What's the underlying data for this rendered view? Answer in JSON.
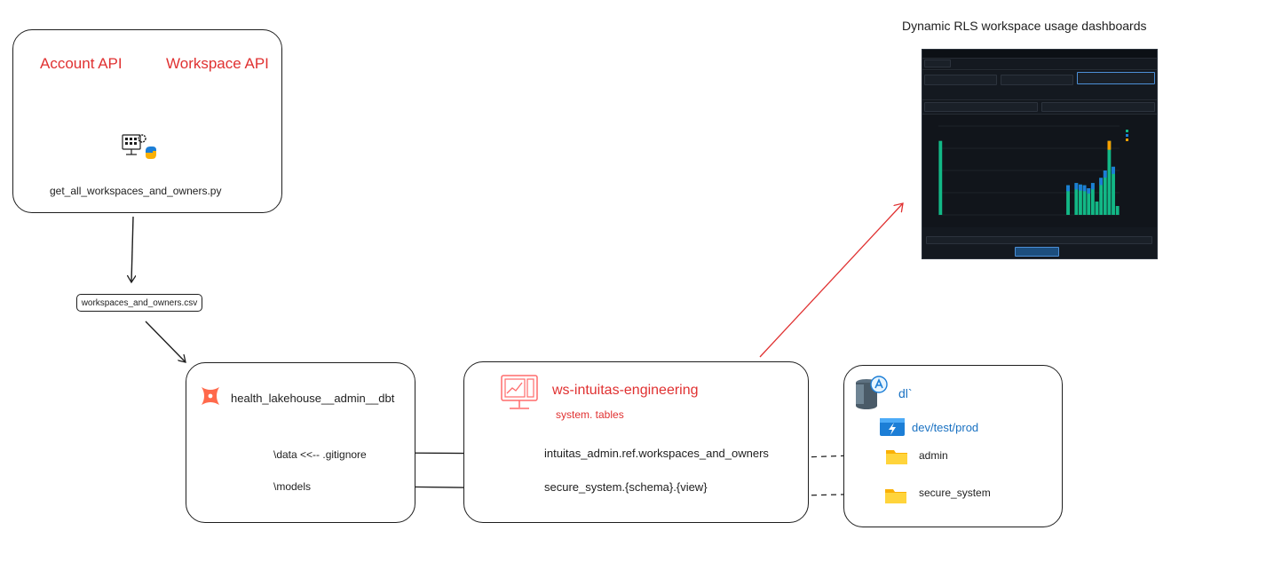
{
  "dashboard": {
    "title": "Dynamic RLS workspace usage dashboards",
    "image_chart": {
      "type": "bar",
      "values": [
        10,
        0,
        0,
        0,
        0,
        0,
        0,
        0,
        0,
        0,
        0,
        0,
        0,
        0,
        0,
        0,
        0,
        0,
        0,
        0,
        0,
        0,
        0,
        0,
        0,
        0,
        0,
        0,
        0,
        0,
        0,
        4,
        0,
        4.3,
        4.1,
        4.0,
        3.6,
        4.3,
        1.8,
        5.0,
        6.0,
        10.0,
        6.5,
        1.2
      ],
      "ylim": [
        0,
        12
      ],
      "colors": [
        "#12b886",
        "#1c7ed6",
        "#f59f00"
      ]
    }
  },
  "source_box": {
    "account_api": "Account API",
    "workspace_api": "Workspace API",
    "script": "get_all_workspaces_and_owners.py"
  },
  "csv_file": "workspaces_and_owners.csv",
  "dbt_box": {
    "title": "health_lakehouse__admin__dbt",
    "data_line": "\\data <<-- .gitignore",
    "models_line": "\\models"
  },
  "workspace_box": {
    "title": "ws-intuitas-engineering",
    "subtitle": "system. tables",
    "ref_table": "intuitas_admin.ref.workspaces_and_owners",
    "secure_view": "secure_system.{schema}.{view}"
  },
  "storage_box": {
    "account": "dl`",
    "container": "dev/test/prod",
    "folder_admin": "admin",
    "folder_secure": "secure_system"
  },
  "colors": {
    "red": "#e03131",
    "blue": "#1971c2",
    "dbt": "#ff694b",
    "folder": "#fab005"
  }
}
